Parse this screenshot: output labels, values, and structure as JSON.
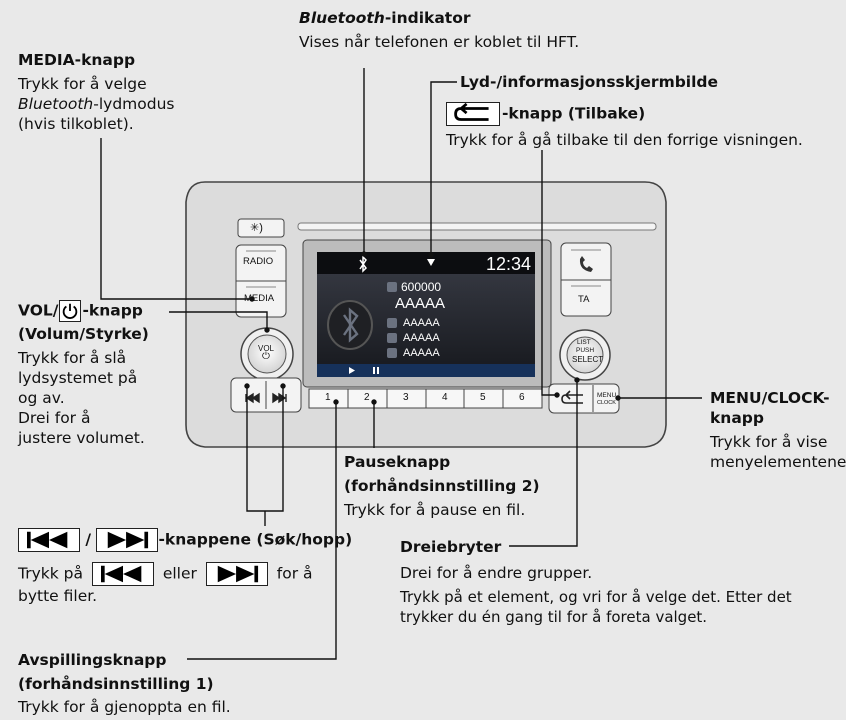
{
  "bluetooth_indicator": {
    "title_italic": "Bluetooth",
    "title_rest": "-indikator",
    "desc": "Vises når telefonen er koblet til HFT."
  },
  "media_button": {
    "title": "MEDIA-knapp",
    "line1": "Trykk for å velge",
    "line2_italic": "Bluetooth",
    "line2_rest": "-lydmodus",
    "line3": "(hvis tilkoblet)."
  },
  "screen_label": {
    "title": "Lyd-/informasjonsskjermbilde"
  },
  "back_button": {
    "title": "-knapp (Tilbake)",
    "desc": "Trykk for å gå tilbake til den forrige visningen."
  },
  "vol_button": {
    "title_a": "VOL/",
    "title_b": "-knapp",
    "title2": "(Volum/Styrke)",
    "desc": [
      "Trykk for å slå",
      "lydsystemet på",
      "og av.",
      "Drei for å",
      "justere volumet."
    ]
  },
  "menu_clock": {
    "title1": "MENU/CLOCK-",
    "title2": "knapp",
    "desc1": "Trykk for å vise",
    "desc2": "menyelementene."
  },
  "pause_button": {
    "title1": "Pauseknapp",
    "title2": "(forhåndsinnstilling 2)",
    "desc": "Trykk for å pause en fil."
  },
  "seek_buttons": {
    "slash": "/",
    "title": "-knappene (Søk/hopp)",
    "desc1_a": "Trykk på",
    "desc1_b": "eller",
    "desc1_c": "for å",
    "desc2": "bytte filer."
  },
  "dial": {
    "title": "Dreiebryter",
    "desc1": "Drei for å endre grupper.",
    "desc2": "Trykk på et element, og vri for å velge det. Etter det",
    "desc3": "trykker du én gang til for å foreta valget."
  },
  "play_button": {
    "title1": "Avspillingsknapp",
    "title2": "(forhåndsinnstilling 1)",
    "desc": "Trykk for å gjenoppta en fil."
  },
  "unit": {
    "top_button": "✳)",
    "radio": "RADIO",
    "media": "MEDIA",
    "vol": "VOL",
    "ta": "TA",
    "list_select": [
      "LIST",
      "PUSH",
      "SELECT"
    ],
    "menu_clock": [
      "MENU",
      "CLOCK"
    ],
    "presets": [
      "1",
      "2",
      "3",
      "4",
      "5",
      "6"
    ],
    "screen": {
      "time": "12:34",
      "rows": [
        "600000",
        "AAAAA",
        "AAAAA",
        "AAAAA",
        "AAAAA"
      ]
    }
  }
}
